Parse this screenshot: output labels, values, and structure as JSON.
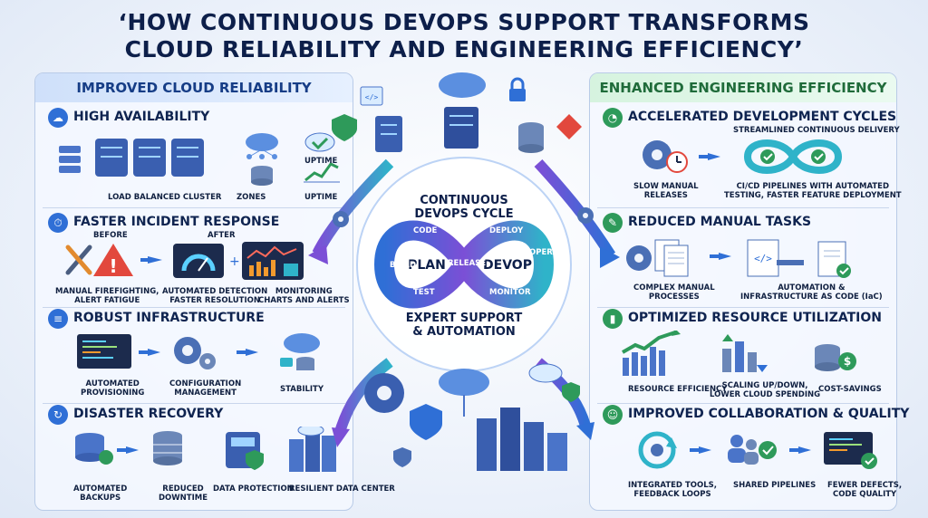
{
  "title_line1": "‘HOW CONTINUOUS DEVOPS SUPPORT TRANSFORMS",
  "title_line2": "CLOUD RELIABILITY AND ENGINEERING EFFICIENCY’",
  "left": {
    "heading": "IMPROVED CLOUD RELIABILITY",
    "sections": [
      {
        "title": "HIGH AVAILABILITY",
        "captions": [
          "LOAD BALANCED CLUSTER",
          "ZONES",
          "UPTIME",
          "UPTIME"
        ]
      },
      {
        "title": "FASTER INCIDENT RESPONSE",
        "captions": [
          "BEFORE",
          "AFTER",
          "MANUAL FIREFIGHTING,",
          "ALERT FATIGUE",
          "AUTOMATED DETECTION",
          "FASTER RESOLUTION",
          "MONITORING",
          "CHARTS AND ALERTS"
        ]
      },
      {
        "title": "ROBUST INFRASTRUCTURE",
        "captions": [
          "AUTOMATED",
          "PROVISIONING",
          "CONFIGURATION",
          "MANAGEMENT",
          "STABILITY"
        ]
      },
      {
        "title": "DISASTER RECOVERY",
        "captions": [
          "AUTOMATED",
          "BACKUPS",
          "REDUCED",
          "DOWNTIME",
          "DATA PROTECTION",
          "RESILIENT DATA CENTER"
        ]
      }
    ]
  },
  "right": {
    "heading": "ENHANCED ENGINEERING EFFICIENCY",
    "sections": [
      {
        "title": "ACCELERATED DEVELOPMENT CYCLES",
        "captions": [
          "STREAMLINED CONTINUOUS DELIVERY",
          "SLOW MANUAL",
          "RELEASES",
          "CI/CD PIPELINES WITH AUTOMATED",
          "TESTING, FASTER FEATURE DEPLOYMENT"
        ]
      },
      {
        "title": "REDUCED MANUAL TASKS",
        "captions": [
          "COMPLEX MANUAL",
          "PROCESSES",
          "AUTOMATION &",
          "INFRASTRUCTURE AS CODE (IaC)"
        ]
      },
      {
        "title": "OPTIMIZED RESOURCE UTILIZATION",
        "captions": [
          "RESOURCE EFFICIENCY",
          "SCALING UP/DOWN,",
          "LOWER CLOUD SPENDING",
          "COST-SAVINGS"
        ]
      },
      {
        "title": "IMPROVED COLLABORATION & QUALITY",
        "captions": [
          "INTEGRATED TOOLS,",
          "FEEDBACK LOOPS",
          "SHARED PIPELINES",
          "FEWER DEFECTS,",
          "CODE QUALITY"
        ]
      }
    ]
  },
  "center": {
    "cycle_title_1": "CONTINUOUS",
    "cycle_title_2": "DEVOPS CYCLE",
    "plan": "PLAN",
    "devop": "DEVOP",
    "stages": [
      "CODE",
      "BUILD",
      "TEST",
      "RELEASE",
      "DEPLOY",
      "OPERATE",
      "MONITOR"
    ],
    "support_1": "EXPERT SUPPORT",
    "support_2": "& AUTOMATION"
  },
  "colors": {
    "blue": "#2f6fd6",
    "green": "#2e9a5a",
    "purple": "#7b4fd6",
    "teal": "#2fb3c9",
    "red": "#e2483d",
    "orange": "#f29a2e"
  }
}
